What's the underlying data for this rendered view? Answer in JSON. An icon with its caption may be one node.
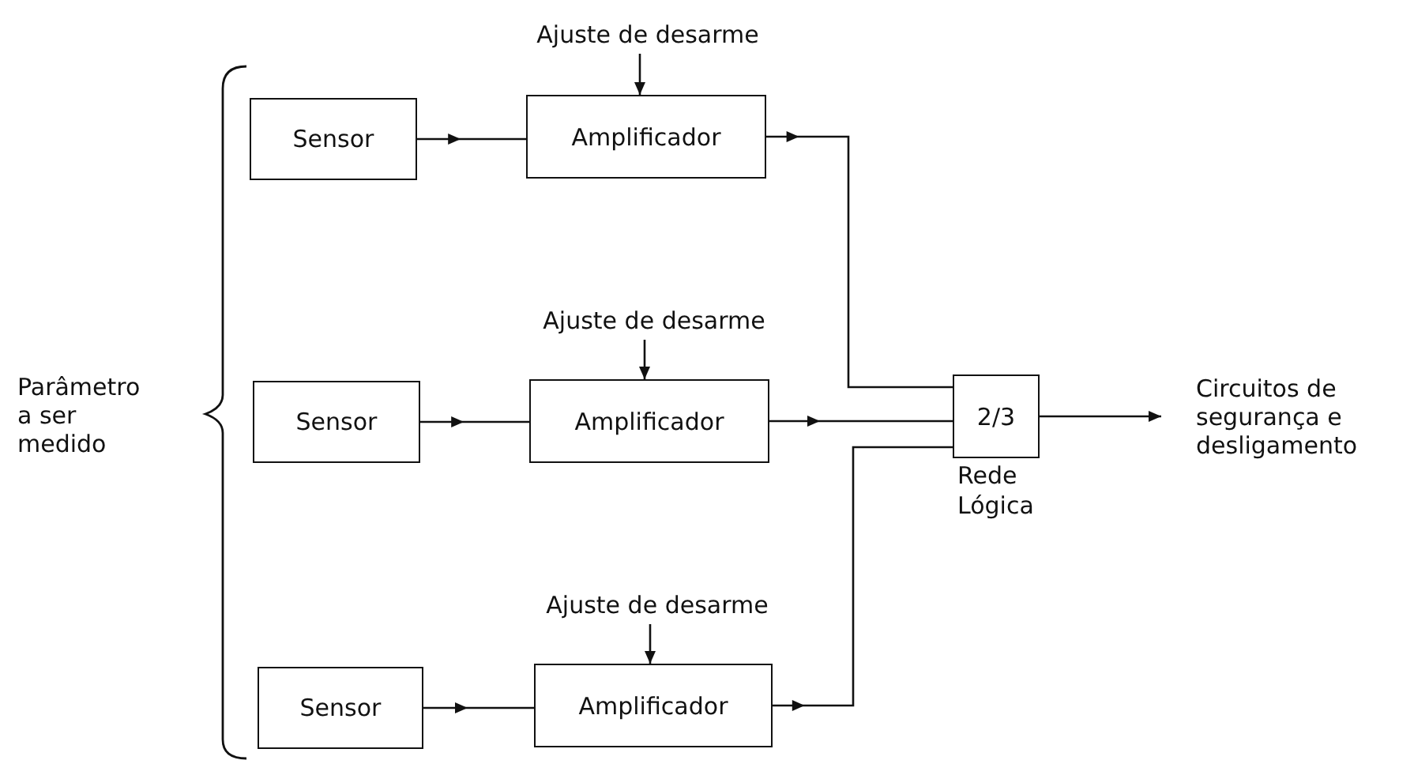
{
  "diagram": {
    "nodes": [
      {
        "text": [
          "Ajuste de desarme"
        ]
      },
      {
        "text": [
          "Sensor"
        ]
      },
      {
        "text": [
          "Amplificador"
        ]
      },
      {
        "text": [
          "Ajuste de desarme"
        ]
      },
      {
        "text": [
          "Sensor"
        ]
      },
      {
        "text": [
          "Amplificador"
        ]
      },
      {
        "text": [
          "2/3"
        ],
        "beside": [
          "Rede Lógica"
        ]
      },
      {
        "text": [
          "Ajuste de desarme"
        ]
      },
      {
        "text": [
          "Sensor"
        ]
      },
      {
        "text": [
          "Amplificador"
        ]
      },
      {
        "text": [
          "Circuitos de segurança e desligamento"
        ]
      }
    ],
    "edges": [
      {
        "from": 0,
        "to": 2,
        "arrow": "to"
      },
      {
        "from": 1,
        "to": 2,
        "arrow": "to"
      },
      {
        "from": 2,
        "to": 6,
        "arrow": "to"
      },
      {
        "from": 3,
        "to": 5,
        "arrow": "to"
      },
      {
        "from": 4,
        "to": 5,
        "arrow": "to"
      },
      {
        "from": 5,
        "to": 6,
        "arrow": "to"
      },
      {
        "from": 7,
        "to": 9,
        "arrow": "to"
      },
      {
        "from": 8,
        "to": 9,
        "arrow": "to"
      },
      {
        "from": 9,
        "to": 6,
        "arrow": "to"
      },
      {
        "from": 6,
        "to": 10,
        "arrow": "to"
      }
    ],
    "labels": [
      "Parâmetro a ser medido"
    ]
  }
}
